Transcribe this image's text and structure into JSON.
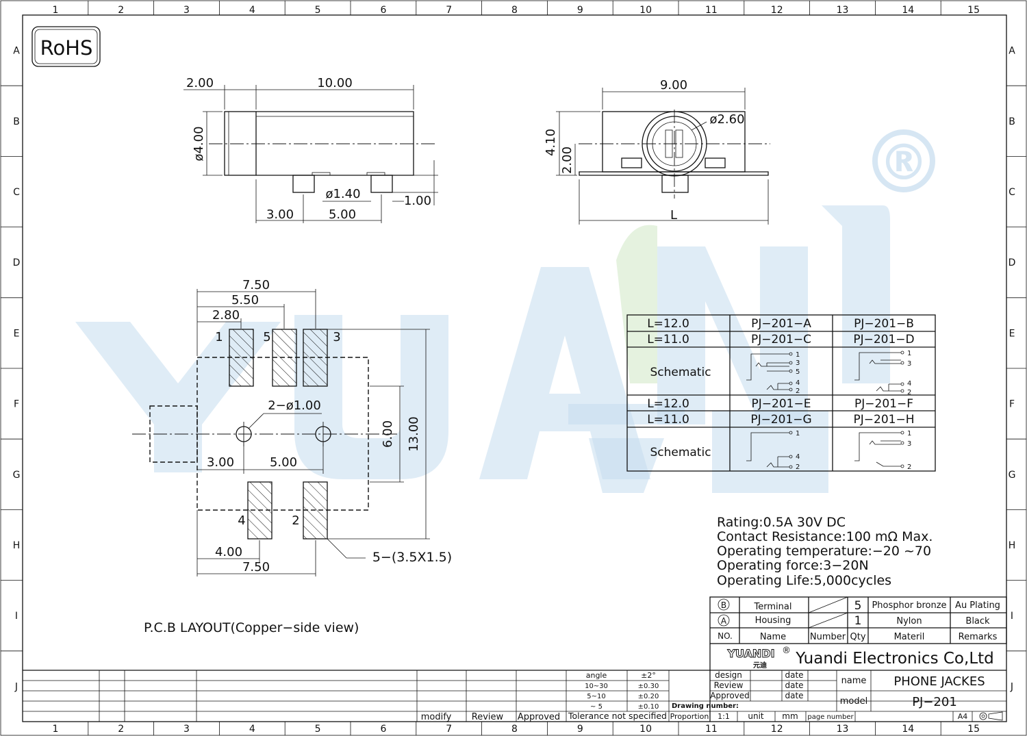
{
  "logo_label": "RoHS",
  "watermark": {
    "text": "YUANDI",
    "cn": "元迪",
    "reg": "®"
  },
  "grid": {
    "cols": [
      "1",
      "2",
      "3",
      "4",
      "5",
      "6",
      "7",
      "8",
      "9",
      "10",
      "11",
      "12",
      "13",
      "14",
      "15"
    ],
    "rows": [
      "A",
      "B",
      "C",
      "D",
      "E",
      "F",
      "G",
      "H",
      "I",
      "J"
    ]
  },
  "side_view": {
    "d_200": "2.00",
    "d_1000": "10.00",
    "d_dia400": "ø4.00",
    "d_dia140": "ø1.40",
    "d_100": "1.00",
    "d_300": "3.00",
    "d_500": "5.00"
  },
  "front_view": {
    "d_900": "9.00",
    "d_dia260": "ø2.60",
    "d_410": "4.10",
    "d_200": "2.00",
    "d_L": "L"
  },
  "pcb": {
    "d_750": "7.50",
    "d_550": "5.50",
    "d_280": "2.80",
    "d_hole": "2−ø1.00",
    "d_300": "3.00",
    "d_500": "5.00",
    "d_600": "6.00",
    "d_1300": "13.00",
    "d_400": "4.00",
    "d_750b": "7.50",
    "d_pads": "5−(3.5X1.5)",
    "pad_1": "1",
    "pad_5": "5",
    "pad_3": "3",
    "pad_4": "4",
    "pad_2": "2",
    "caption": "P.C.B  LAYOUT(Copper−side  view)"
  },
  "model_table": {
    "rows": [
      [
        "L=12.0",
        "PJ−201−A",
        "PJ−201−B"
      ],
      [
        "L=11.0",
        "PJ−201−C",
        "PJ−201−D"
      ],
      [
        "Schematic",
        "",
        ""
      ],
      [
        "L=12.0",
        "PJ−201−E",
        "PJ−201−F"
      ],
      [
        "L=11.0",
        "PJ−201−G",
        "PJ−201−H"
      ],
      [
        "Schematic",
        "",
        ""
      ]
    ],
    "pins": {
      "p1": "1",
      "p2": "2",
      "p3": "3",
      "p4": "4",
      "p5": "5"
    }
  },
  "specs": [
    "Rating:0.5A  30V  DC",
    "Contact  Resistance:100  mΩ  Max.",
    "Operating  temperature:−20   ~70",
    "Operating  force:3−20N",
    "Operating  Life:5,000cycles"
  ],
  "bom": {
    "rows": [
      {
        "no": "B",
        "name": "Terminal",
        "qty": "5",
        "material": "Phosphor bronze",
        "remarks": "Au Plating"
      },
      {
        "no": "A",
        "name": "Housing",
        "qty": "1",
        "material": "Nylon",
        "remarks": "Black"
      }
    ],
    "header": {
      "no": "NO.",
      "name": "Name",
      "number": "Number",
      "qty": "Qty",
      "material": "Materil",
      "remarks": "Remarks"
    }
  },
  "title_block": {
    "company": "Yuandi Electronics Co,Ltd",
    "logo_text": "YUANDI",
    "logo_cn": "元迪",
    "logo_reg": "®",
    "design": "design",
    "review": "Review",
    "approved": "Approved",
    "date": "date",
    "name_label": "name",
    "name_value": "PHONE  JACKES",
    "model_label": "model",
    "model_value": "PJ−201",
    "drawing_number": "Drawing number:",
    "proportion": "Proportion",
    "scale": "1:1",
    "unit": "unit",
    "unit_value": "mm",
    "page_number": "page number",
    "size": "A4",
    "tol_angle": "angle",
    "tol_angle_v": "±2°",
    "tol_r1": "10~30",
    "tol_r1_v": "±0.30",
    "tol_r2": "5~10",
    "tol_r2_v": "±0.20",
    "tol_r3": "~ 5",
    "tol_r3_v": "±0.10",
    "tolerance": "Tolerance  not  specified",
    "modify": "modify",
    "review2": "Review",
    "approved2": "Approved"
  }
}
